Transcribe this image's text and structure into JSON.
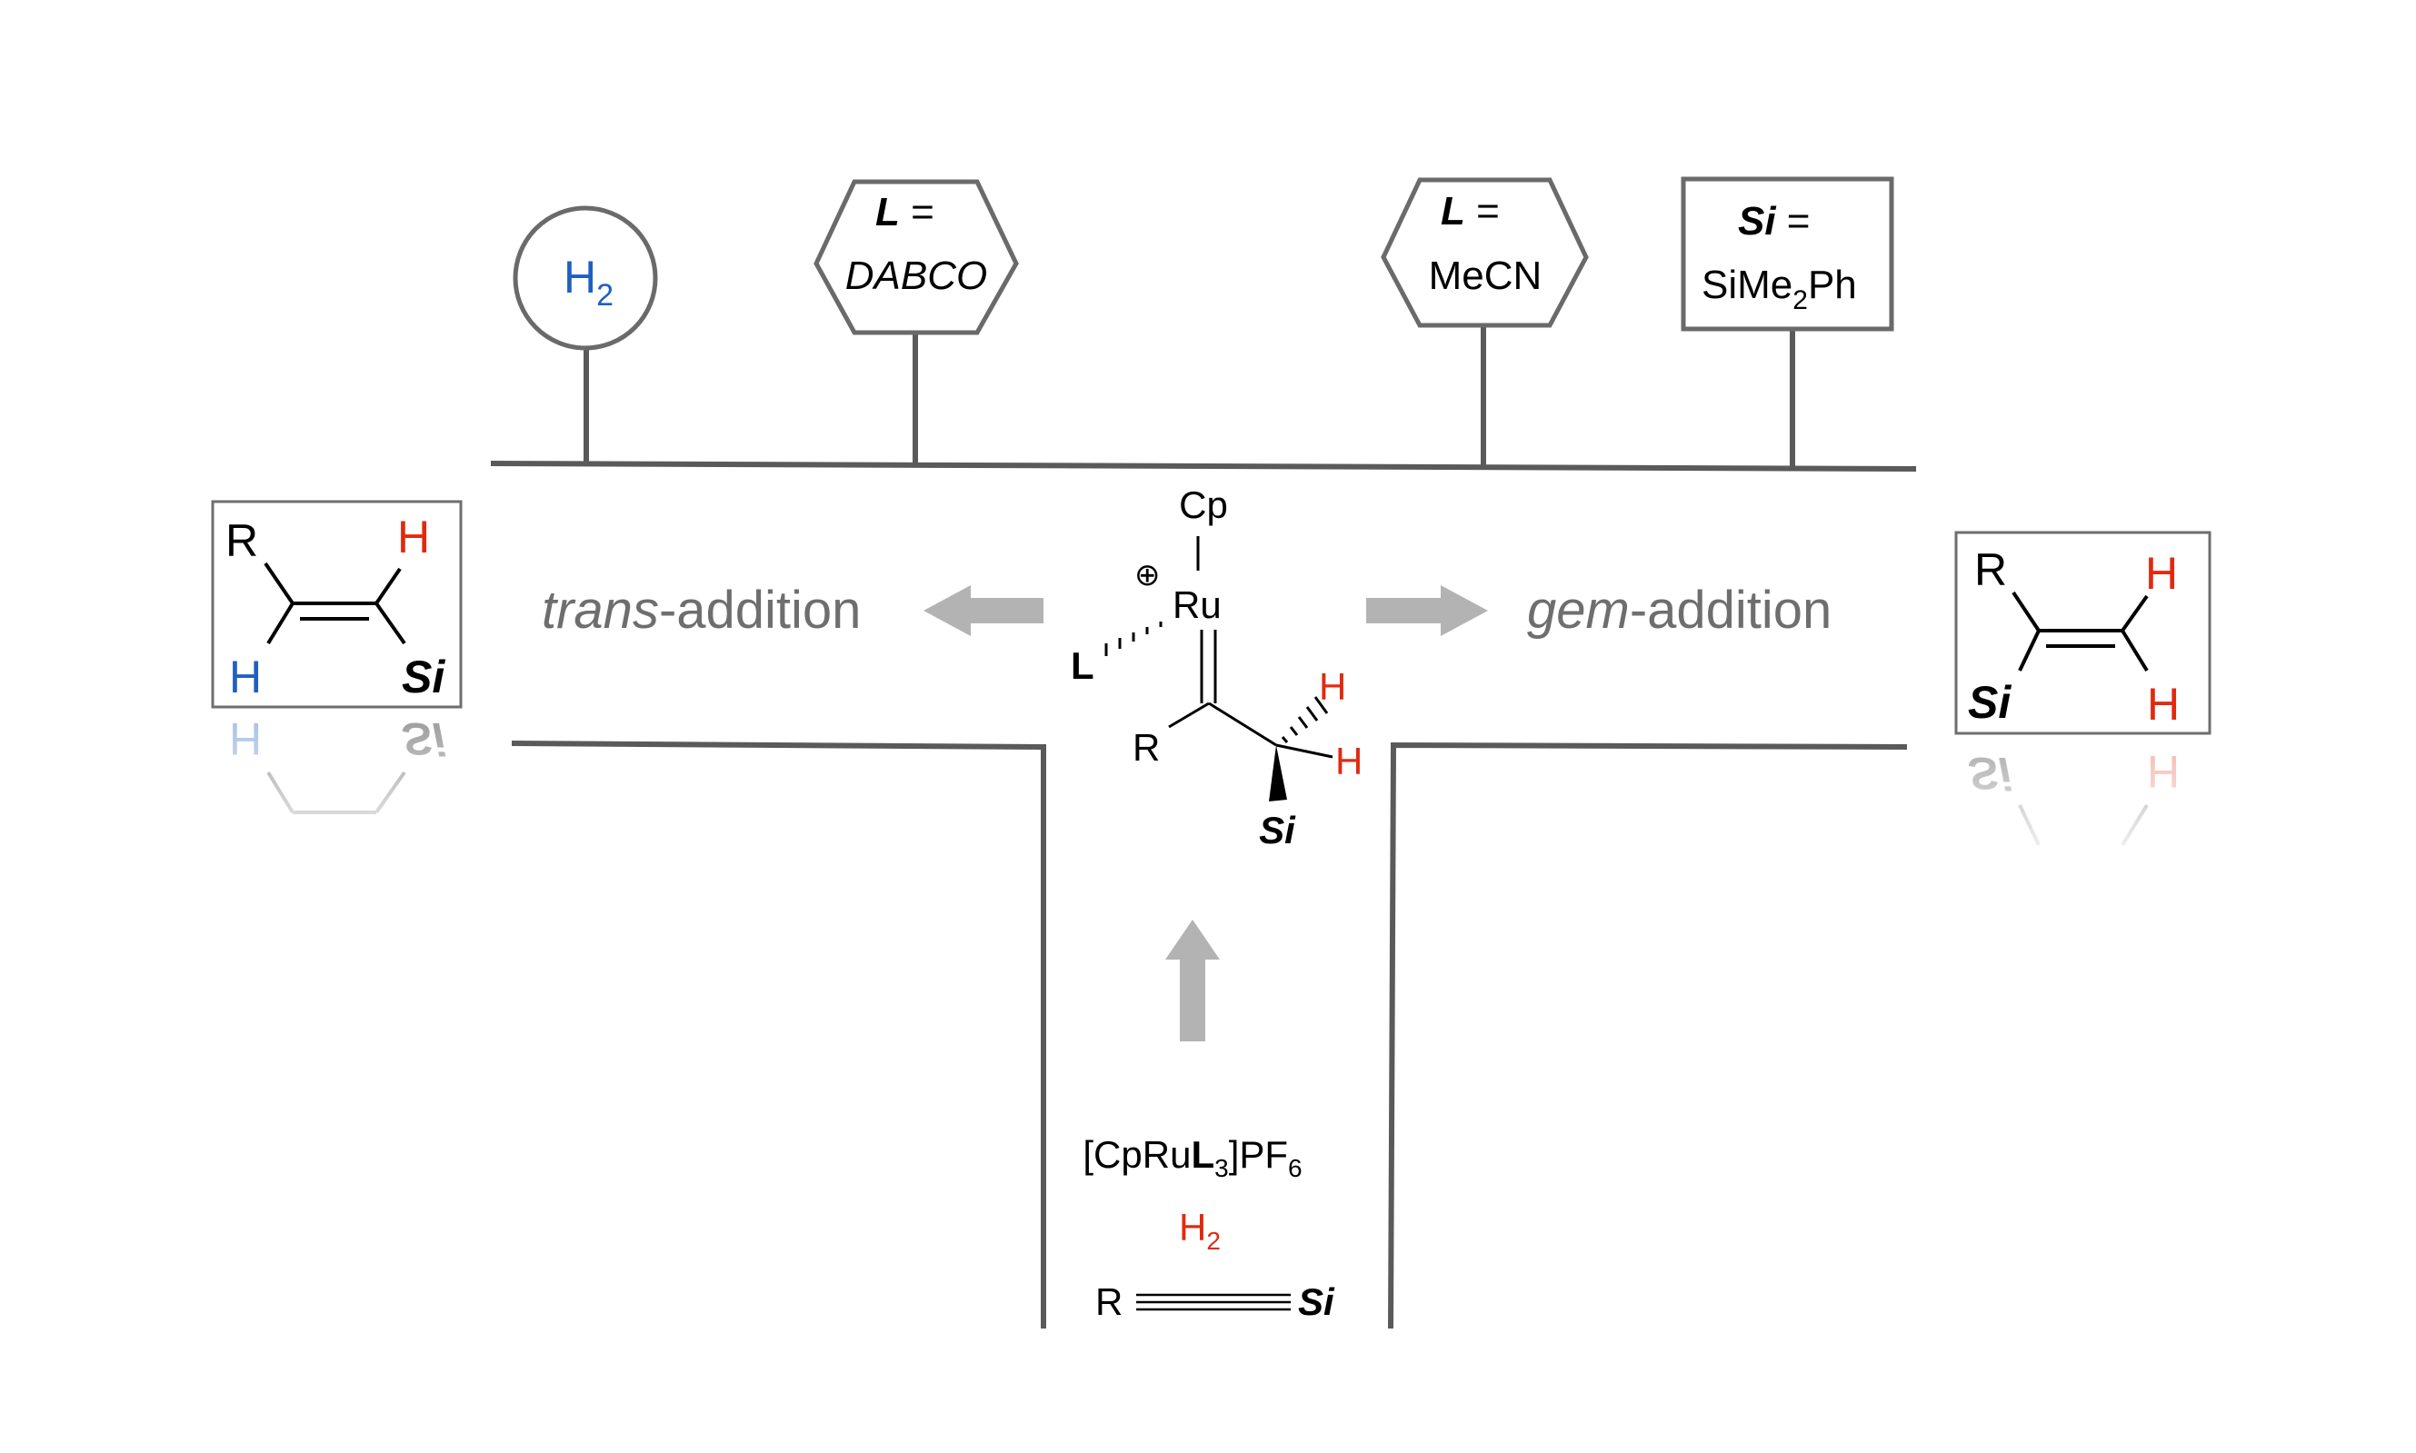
{
  "colors": {
    "road": "#5a5a5a",
    "arrow": "#b3b3b3",
    "grey_text": "#6e6e6e",
    "blue": "#1f5fc0",
    "red": "#e02a10",
    "black": "#000000"
  },
  "signs": {
    "h2": {
      "H": "H",
      "sub": "2"
    },
    "dabco": {
      "L": "L",
      "eq": " =",
      "name": "DABCO"
    },
    "mecn": {
      "L": "L",
      "eq": " =",
      "name": "MeCN"
    },
    "si": {
      "Si": "Si",
      "eq": " =",
      "pre": "SiMe",
      "sub": "2",
      "post": "Ph"
    }
  },
  "labels": {
    "trans_italic": "trans",
    "trans_rest": "-addition",
    "gem_italic": "gem",
    "gem_rest": "-addition"
  },
  "left_product": {
    "R": "R",
    "H_top": "H",
    "H_bottom": "H",
    "Si": "Si"
  },
  "right_product": {
    "R": "R",
    "H_top": "H",
    "H_bottom": "H",
    "Si": "Si"
  },
  "intermediate": {
    "Cp": "Cp",
    "plus": "⊕",
    "Ru": "Ru",
    "L": "L",
    "R": "R",
    "H1": "H",
    "H2": "H",
    "Si": "Si"
  },
  "reagents": {
    "cat_pre": "[CpRu",
    "cat_L": "L",
    "cat_sub3": "3",
    "cat_mid": "]PF",
    "cat_sub6": "6",
    "h2": "H",
    "h2_sub": "2",
    "alkyne_R": "R",
    "alkyne_Si": "Si"
  }
}
